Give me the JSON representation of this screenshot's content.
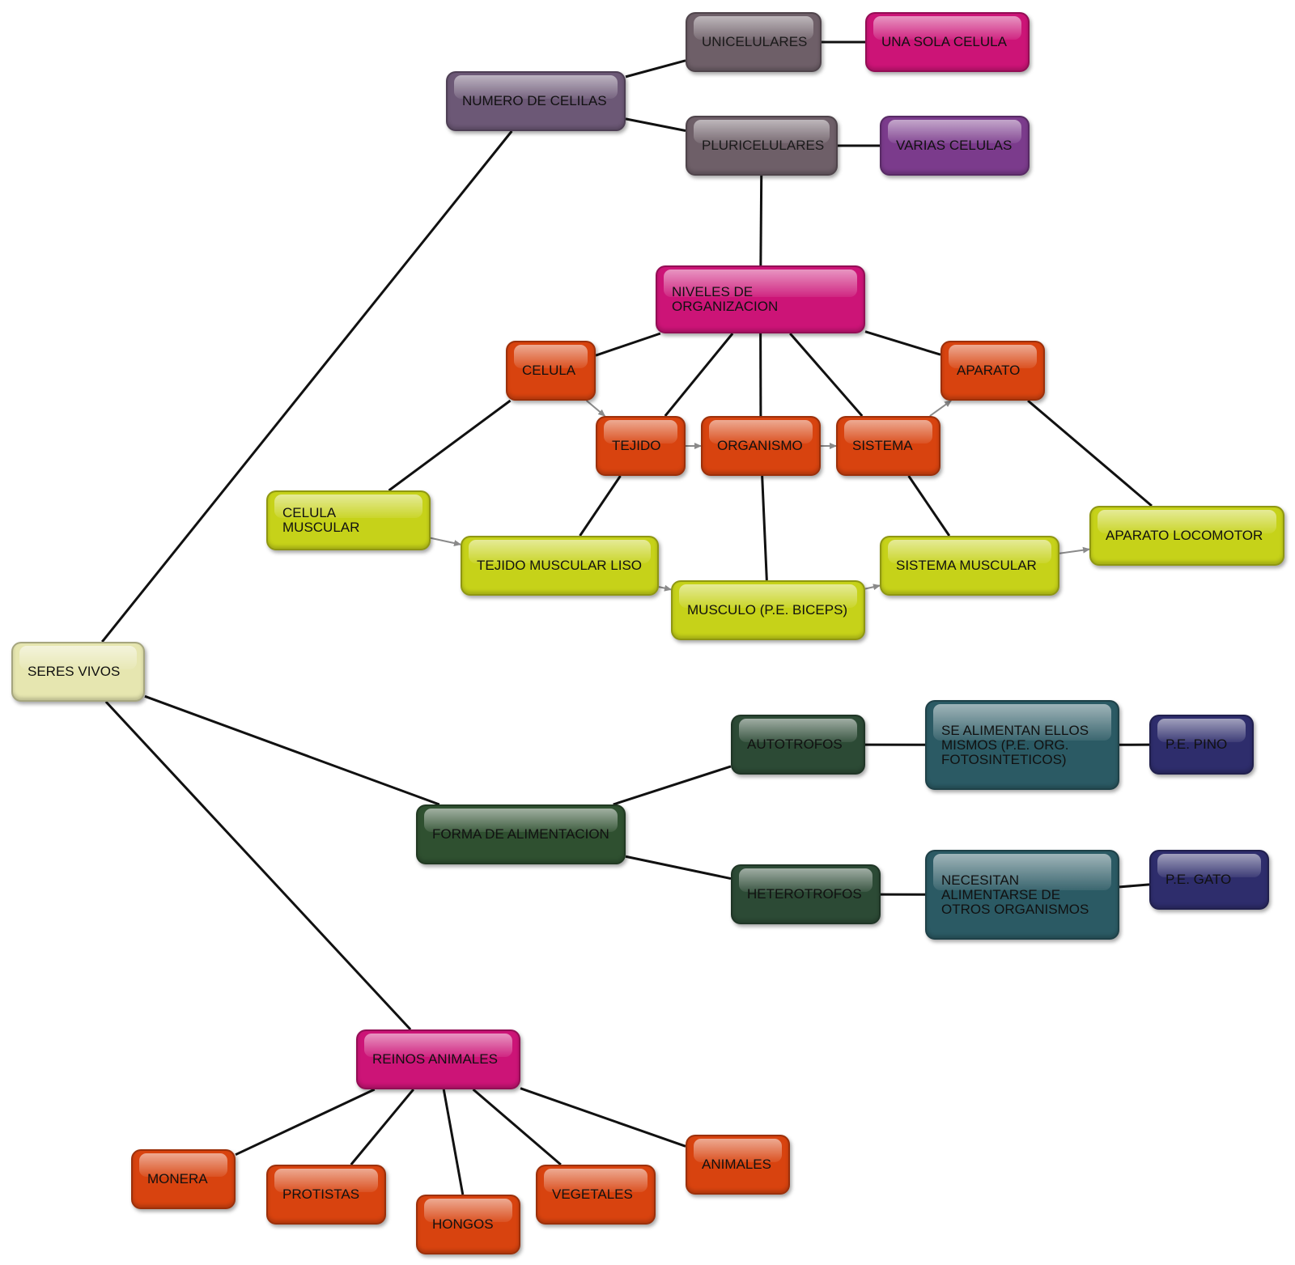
{
  "diagram": {
    "nodes": {
      "seres_vivos": "SERES VIVOS",
      "numero_celulas": "NUMERO DE CELILAS",
      "unicelulares": "UNICELULARES",
      "una_sola_celula": "UNA SOLA CELULA",
      "pluricelulares": "PLURICELULARES",
      "varias_celulas": "VARIAS CELULAS",
      "niveles_organizacion": "NIVELES DE\nORGANIZACION",
      "celula": "CELULA",
      "tejido": "TEJIDO",
      "organismo": "ORGANISMO",
      "sistema": "SISTEMA",
      "aparato": "APARATO",
      "celula_muscular": "CELULA MUSCULAR",
      "tejido_muscular_liso": "TEJIDO MUSCULAR LISO",
      "musculo": "MUSCULO (P.E. BICEPS)",
      "sistema_muscular": "SISTEMA MUSCULAR",
      "aparato_locomotor": "APARATO LOCOMOTOR",
      "forma_alimentacion": "FORMA DE ALIMENTACION",
      "autotrofos": "AUTOTROFOS",
      "se_alimentan": "SE ALIMENTAN ELLOS\nMISMOS (P.E. ORG.\nFOTOSINTETICOS)",
      "pe_pino": "P.E. PINO",
      "heterotrofos": "HETEROTROFOS",
      "necesitan": "NECESITAN\nALIMENTARSE DE\nOTROS ORGANISMOS",
      "pe_gato": "P.E. GATO",
      "reinos_animales": "REINOS ANIMALES",
      "monera": "MONERA",
      "protistas": "PROTISTAS",
      "hongos": "HONGOS",
      "vegetales": "VEGETALES",
      "animales": "ANIMALES"
    },
    "edges": [
      {
        "from": "seres_vivos",
        "to": "numero_celulas",
        "arrow": false
      },
      {
        "from": "seres_vivos",
        "to": "forma_alimentacion",
        "arrow": false
      },
      {
        "from": "seres_vivos",
        "to": "reinos_animales",
        "arrow": false
      },
      {
        "from": "numero_celulas",
        "to": "unicelulares",
        "arrow": false
      },
      {
        "from": "numero_celulas",
        "to": "pluricelulares",
        "arrow": false
      },
      {
        "from": "unicelulares",
        "to": "una_sola_celula",
        "arrow": false
      },
      {
        "from": "pluricelulares",
        "to": "varias_celulas",
        "arrow": false
      },
      {
        "from": "pluricelulares",
        "to": "niveles_organizacion",
        "arrow": false
      },
      {
        "from": "niveles_organizacion",
        "to": "celula",
        "arrow": false
      },
      {
        "from": "niveles_organizacion",
        "to": "tejido",
        "arrow": false
      },
      {
        "from": "niveles_organizacion",
        "to": "organismo",
        "arrow": false
      },
      {
        "from": "niveles_organizacion",
        "to": "sistema",
        "arrow": false
      },
      {
        "from": "niveles_organizacion",
        "to": "aparato",
        "arrow": false
      },
      {
        "from": "celula",
        "to": "tejido",
        "arrow": true
      },
      {
        "from": "tejido",
        "to": "organismo",
        "arrow": true
      },
      {
        "from": "organismo",
        "to": "sistema",
        "arrow": true
      },
      {
        "from": "sistema",
        "to": "aparato",
        "arrow": true
      },
      {
        "from": "celula",
        "to": "celula_muscular",
        "arrow": false
      },
      {
        "from": "tejido",
        "to": "tejido_muscular_liso",
        "arrow": false
      },
      {
        "from": "organismo",
        "to": "musculo",
        "arrow": false
      },
      {
        "from": "sistema",
        "to": "sistema_muscular",
        "arrow": false
      },
      {
        "from": "aparato",
        "to": "aparato_locomotor",
        "arrow": false
      },
      {
        "from": "celula_muscular",
        "to": "tejido_muscular_liso",
        "arrow": true
      },
      {
        "from": "tejido_muscular_liso",
        "to": "musculo",
        "arrow": true
      },
      {
        "from": "musculo",
        "to": "sistema_muscular",
        "arrow": true
      },
      {
        "from": "sistema_muscular",
        "to": "aparato_locomotor",
        "arrow": true
      },
      {
        "from": "forma_alimentacion",
        "to": "autotrofos",
        "arrow": false
      },
      {
        "from": "forma_alimentacion",
        "to": "heterotrofos",
        "arrow": false
      },
      {
        "from": "autotrofos",
        "to": "se_alimentan",
        "arrow": false
      },
      {
        "from": "se_alimentan",
        "to": "pe_pino",
        "arrow": false
      },
      {
        "from": "heterotrofos",
        "to": "necesitan",
        "arrow": false
      },
      {
        "from": "necesitan",
        "to": "pe_gato",
        "arrow": false
      },
      {
        "from": "reinos_animales",
        "to": "monera",
        "arrow": false
      },
      {
        "from": "reinos_animales",
        "to": "protistas",
        "arrow": false
      },
      {
        "from": "reinos_animales",
        "to": "hongos",
        "arrow": false
      },
      {
        "from": "reinos_animales",
        "to": "vegetales",
        "arrow": false
      },
      {
        "from": "reinos_animales",
        "to": "animales",
        "arrow": false
      }
    ]
  }
}
